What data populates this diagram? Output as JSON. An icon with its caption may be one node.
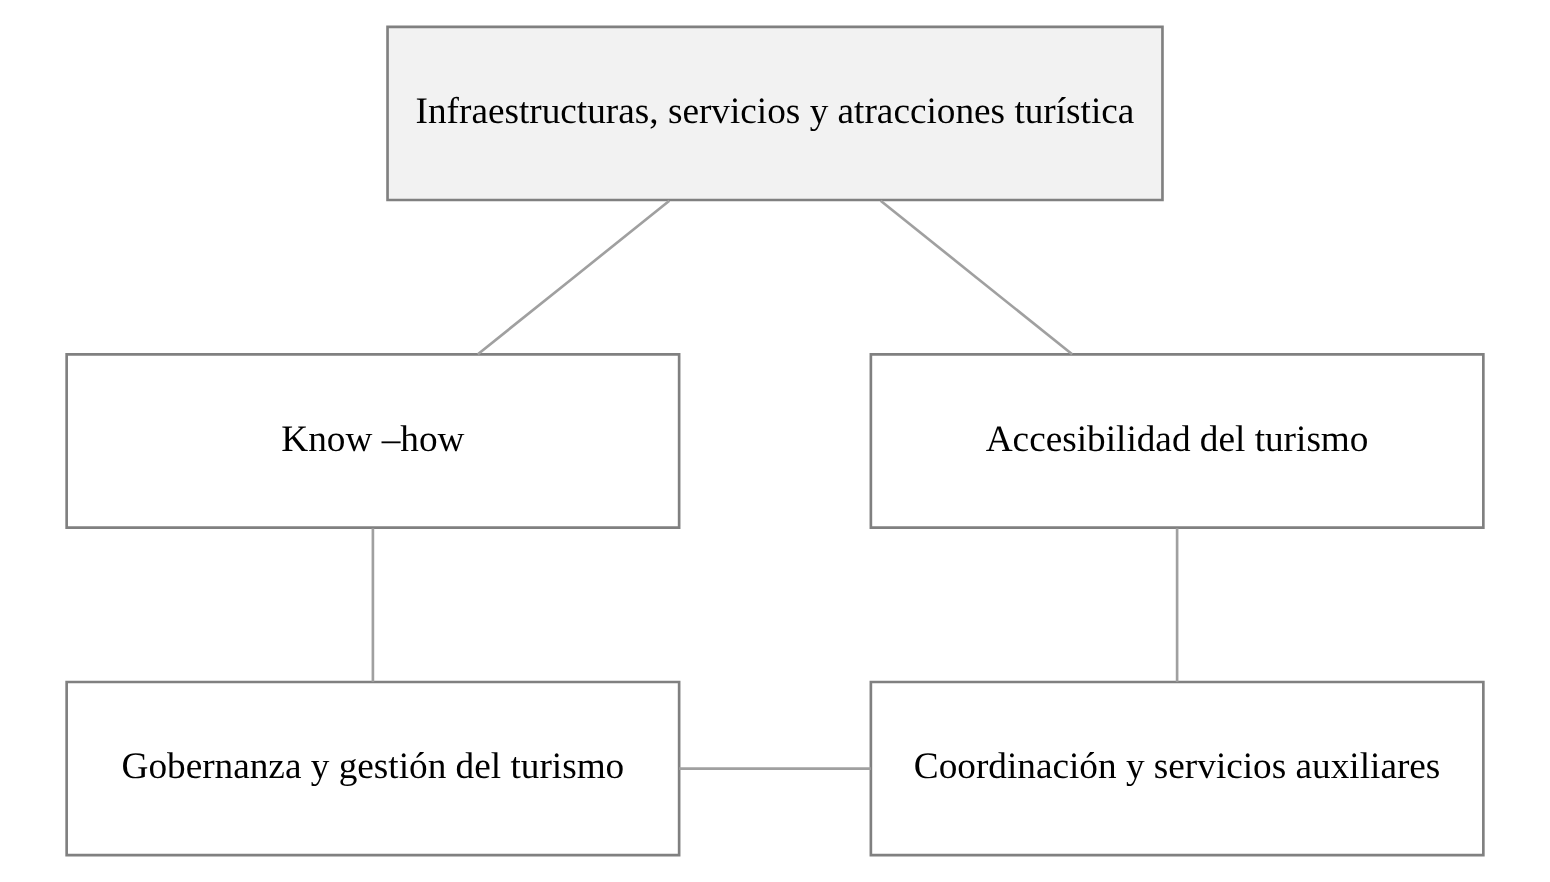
{
  "diagram": {
    "nodes": [
      {
        "text": [
          "Infraestructuras, servicios y atracciones turística"
        ]
      },
      {
        "text": [
          "Know –how"
        ]
      },
      {
        "text": [
          "Accesibilidad del turismo"
        ]
      },
      {
        "text": [
          "Gobernanza y gestión del turismo"
        ]
      },
      {
        "text": [
          "Coordinación y servicios auxiliares"
        ]
      }
    ],
    "edges": [
      {
        "from": 0,
        "to": 1,
        "arrow": "none"
      },
      {
        "from": 0,
        "to": 2,
        "arrow": "none"
      },
      {
        "from": 1,
        "to": 3,
        "arrow": "none"
      },
      {
        "from": 2,
        "to": 4,
        "arrow": "none"
      },
      {
        "from": 3,
        "to": 4,
        "arrow": "none"
      }
    ]
  }
}
